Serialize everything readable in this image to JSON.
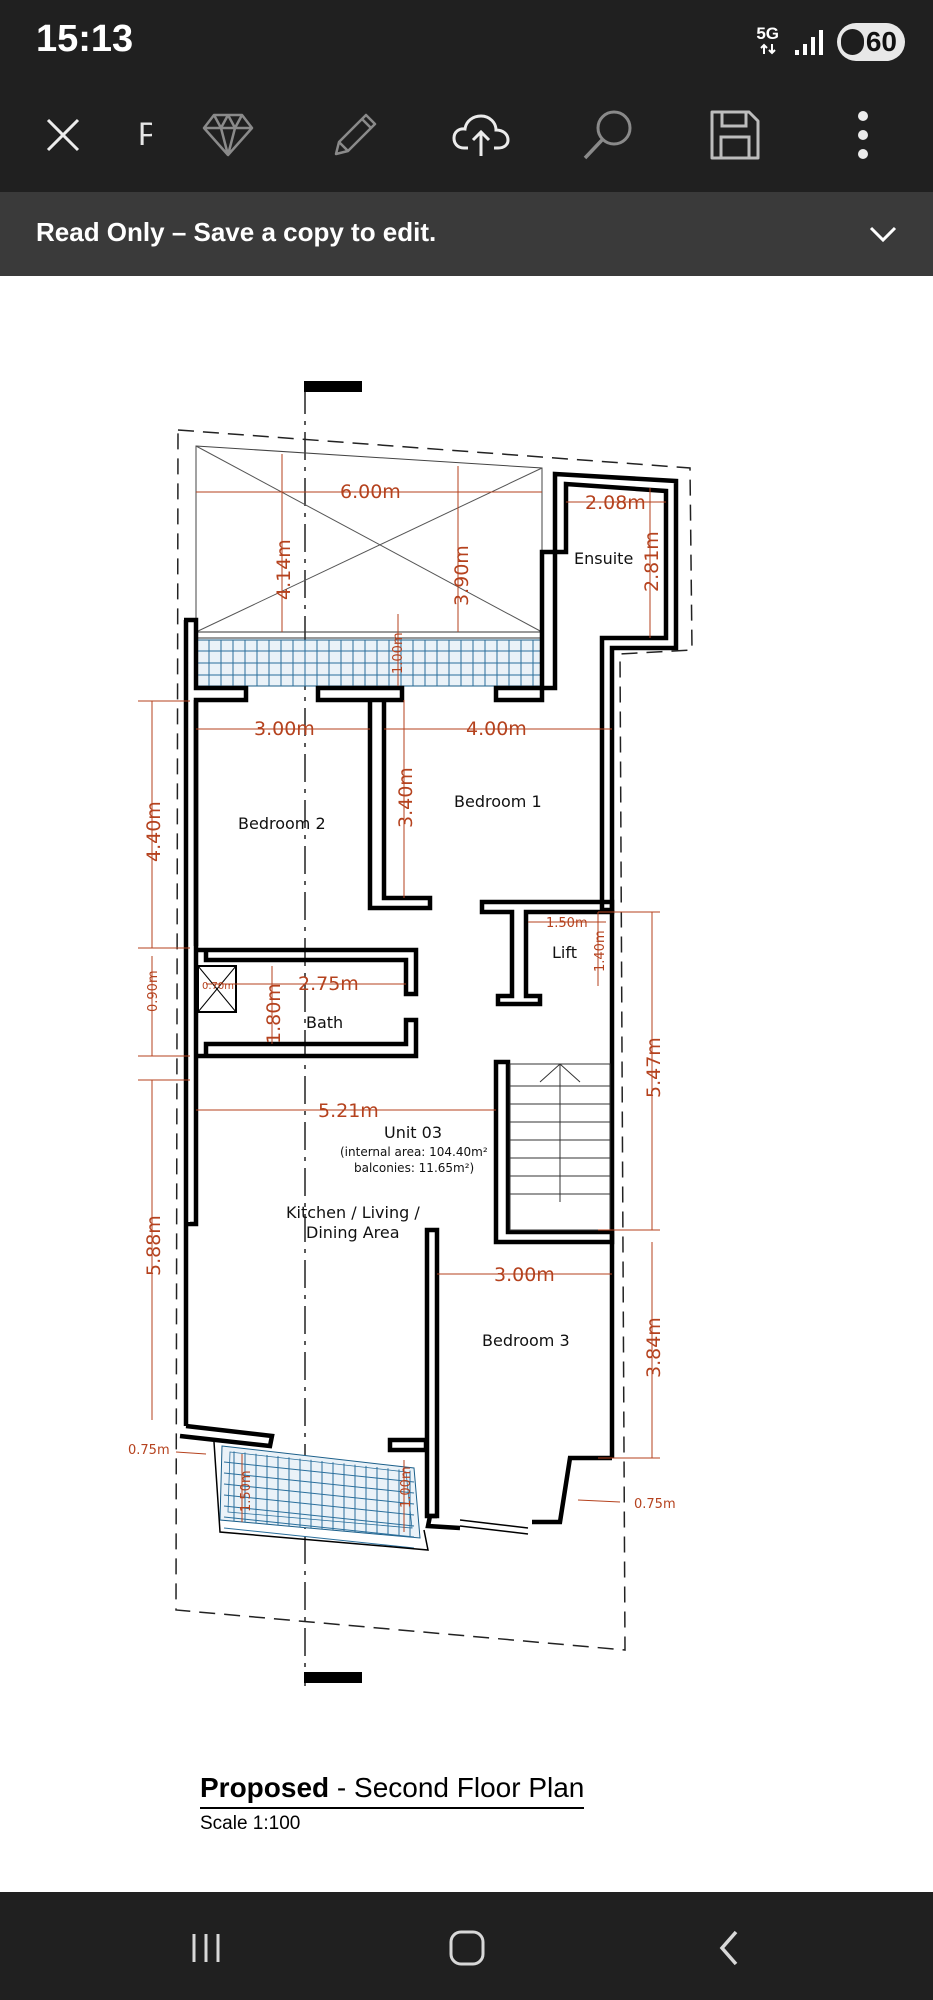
{
  "status_bar": {
    "time": "15:13",
    "network": "5G",
    "battery_level": "60",
    "icons": [
      "data-arrows-icon",
      "signal-icon",
      "battery-saver-icon"
    ]
  },
  "toolbar": {
    "title": "P",
    "icons": [
      "close-icon",
      "premium-diamond-icon",
      "edit-pencil-icon",
      "cloud-upload-icon",
      "search-icon",
      "save-icon",
      "more-vertical-icon"
    ]
  },
  "banner": {
    "text": "Read Only – Save a copy to edit."
  },
  "plan": {
    "dims": {
      "d600": "6.00m",
      "d208": "2.08m",
      "d414": "4.14m",
      "d390": "3.90m",
      "d281": "2.81m",
      "d100a": "1.00m",
      "d300a": "3.00m",
      "d400": "4.00m",
      "d440": "4.40m",
      "d340": "3.40m",
      "d150a": "1.50m",
      "d140": "1.40m",
      "d090": "0.90m",
      "d070": "0.70m",
      "d275": "2.75m",
      "d180": "1.80m",
      "d547": "5.47m",
      "d521": "5.21m",
      "d588": "5.88m",
      "d300b": "3.00m",
      "d384": "3.84m",
      "d075a": "0.75m",
      "d075b": "0.75m",
      "d150b": "1.50m",
      "d100b": "1.00m"
    },
    "rooms": {
      "ensuite": "Ensuite",
      "bedroom1": "Bedroom 1",
      "bedroom2": "Bedroom 2",
      "lift": "Lift",
      "bath": "Bath",
      "unit": "Unit 03",
      "area": "(internal area: 104.40m²",
      "balconies": "balconies: 11.65m²)",
      "kitchen1": "Kitchen / Living /",
      "kitchen2": "Dining Area",
      "bedroom3": "Bedroom 3"
    },
    "title_bold": "Proposed",
    "title_rest": " - Second Floor Plan",
    "scale": "Scale 1:100"
  },
  "nav_bar": {
    "icons": [
      "recent-apps-icon",
      "home-icon",
      "back-icon"
    ]
  }
}
